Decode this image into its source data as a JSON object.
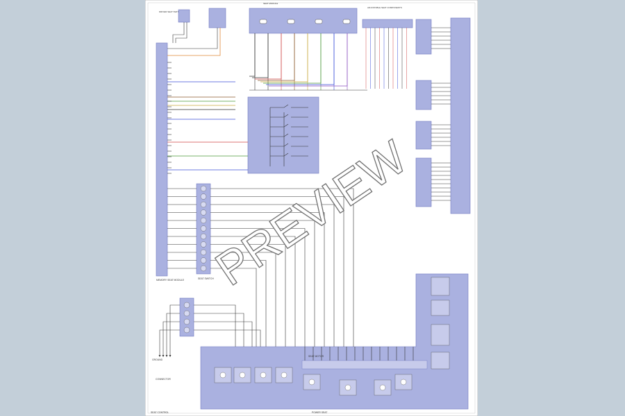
{
  "watermark": "PREVIEW",
  "colors": {
    "page_bg": "#c3cfd9",
    "sheet": "#ffffff",
    "module_fill": "#aab1e0",
    "module_stroke": "#6f78c0",
    "wire": "#333333",
    "wire_red": "#d04848",
    "wire_orange": "#e08a3a",
    "wire_blue": "#3b4fd8",
    "wire_green": "#4c9a3a",
    "wire_violet": "#8a4fc0",
    "wire_brown": "#8b5a2b",
    "wire_yellow": "#c8a83a"
  },
  "labels": {
    "left_header": "DRIVER SEAT SWITCH",
    "right_header": "ADJUSTABLE SEAT COMPONENTS",
    "top_right_header": "SEAT MODULE",
    "driver_module": "MEMORY SEAT MODULE",
    "bottom_rail": "SEAT MOTOR",
    "switch_block": "SEAT SWITCH",
    "left_ground": "GROUND",
    "diag_legend": "CONNECTOR",
    "footer_left": "SEAT CONTROL",
    "footer_right": "POWER SEAT"
  }
}
